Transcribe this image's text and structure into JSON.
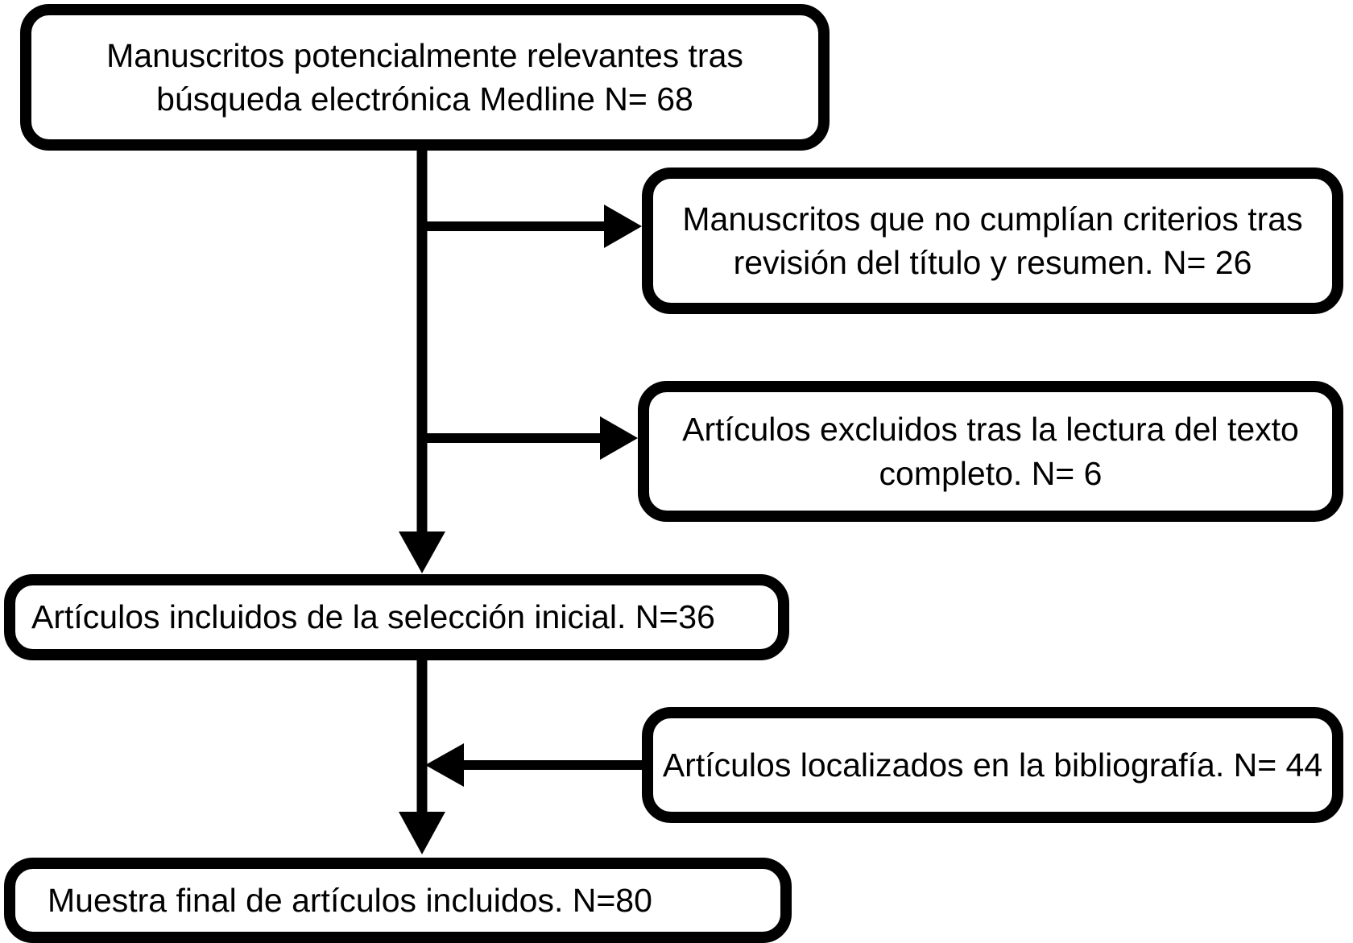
{
  "diagram": {
    "type": "flowchart",
    "language": "es",
    "colors": {
      "box_border": "#000000",
      "box_fill": "#ffffff",
      "text": "#000000",
      "background": "#ffffff",
      "arrow": "#000000"
    },
    "boxes": {
      "search": {
        "lines": [
          "Manuscritos potencialmente relevantes tras",
          "búsqueda electrónica Medline N= 68"
        ],
        "n": "68"
      },
      "excluded_title_abstract": {
        "lines": [
          "Manuscritos que no cumplían criterios tras",
          "revisión del título y resumen. N= 26"
        ],
        "n": "26"
      },
      "excluded_fulltext": {
        "lines": [
          "Artículos excluidos tras la lectura del texto",
          "completo. N= 6"
        ],
        "n": "6"
      },
      "initial_selection": {
        "lines": [
          "Artículos incluidos de la selección inicial. N=36"
        ],
        "n": "36"
      },
      "bibliography": {
        "lines": [
          "Artículos localizados en la bibliografía. N= 44"
        ],
        "n": "44"
      },
      "final_sample": {
        "lines": [
          "Muestra final de artículos incluidos. N=80"
        ],
        "n": "80"
      }
    },
    "flow": [
      "search -> excluded_title_abstract",
      "search -> excluded_fulltext",
      "search -> initial_selection",
      "bibliography -> initial_selection_to_final",
      "initial_selection -> final_sample"
    ]
  }
}
